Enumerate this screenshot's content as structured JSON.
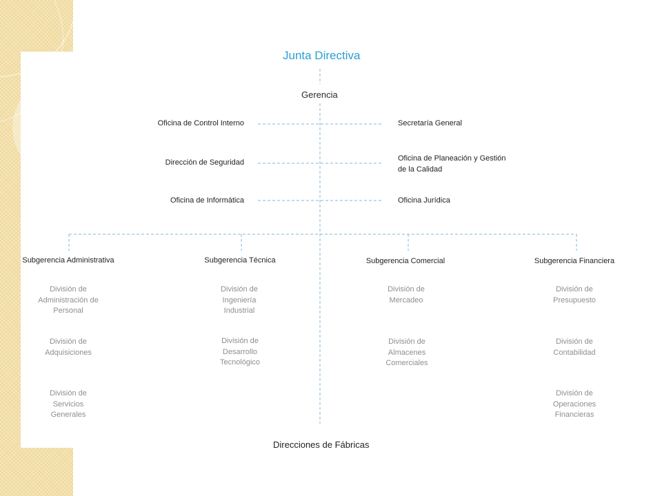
{
  "org_chart": {
    "top": "Junta Directiva",
    "management": "Gerencia",
    "staff_left": [
      "Oficina de Control Interno",
      "Dirección de Seguridad",
      "Oficina de Informática"
    ],
    "staff_right": [
      "Secretaría General",
      "Oficina de Planeación y Gestión\nde la Calidad",
      "Oficina Jurídica"
    ],
    "subgerencias": [
      {
        "name": "Subgerencia Administrativa",
        "divisions": [
          "División de\nAdministración de\nPersonal",
          "División de\nAdquisiciones",
          "División de\nServicios\nGenerales"
        ]
      },
      {
        "name": "Subgerencia Técnica",
        "divisions": [
          "División de\nIngeniería\nIndustrial",
          "División de\nDesarrollo\nTecnológico"
        ]
      },
      {
        "name": "Subgerencia Comercial",
        "divisions": [
          "División de\nMercadeo",
          "División de\nAlmacenes\nComerciales"
        ]
      },
      {
        "name": "Subgerencia Financiera",
        "divisions": [
          "División de\nPresupuesto",
          "División de\nContabilidad",
          "División de\nOperaciones\nFinancieras"
        ]
      }
    ],
    "bottom": "Direcciones de Fábricas"
  },
  "colors": {
    "accent": "#2a9fd6",
    "connector": "#7fb8dc",
    "division_text": "#8e8e8e",
    "strip": "#f3dfa8"
  }
}
